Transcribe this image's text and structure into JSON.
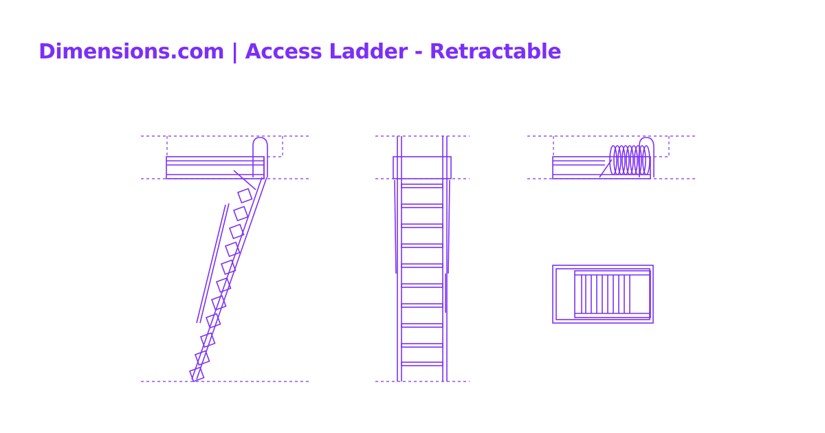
{
  "header": {
    "title": "Dimensions.com | Access Ladder - Retractable"
  },
  "colors": {
    "accent": "#7b2ff7",
    "line": "#7b2ff7",
    "background": "#ffffff"
  },
  "views": [
    {
      "name": "side-elevation-extended"
    },
    {
      "name": "front-elevation-extended"
    },
    {
      "name": "side-elevation-retracted"
    },
    {
      "name": "plan-view"
    }
  ]
}
